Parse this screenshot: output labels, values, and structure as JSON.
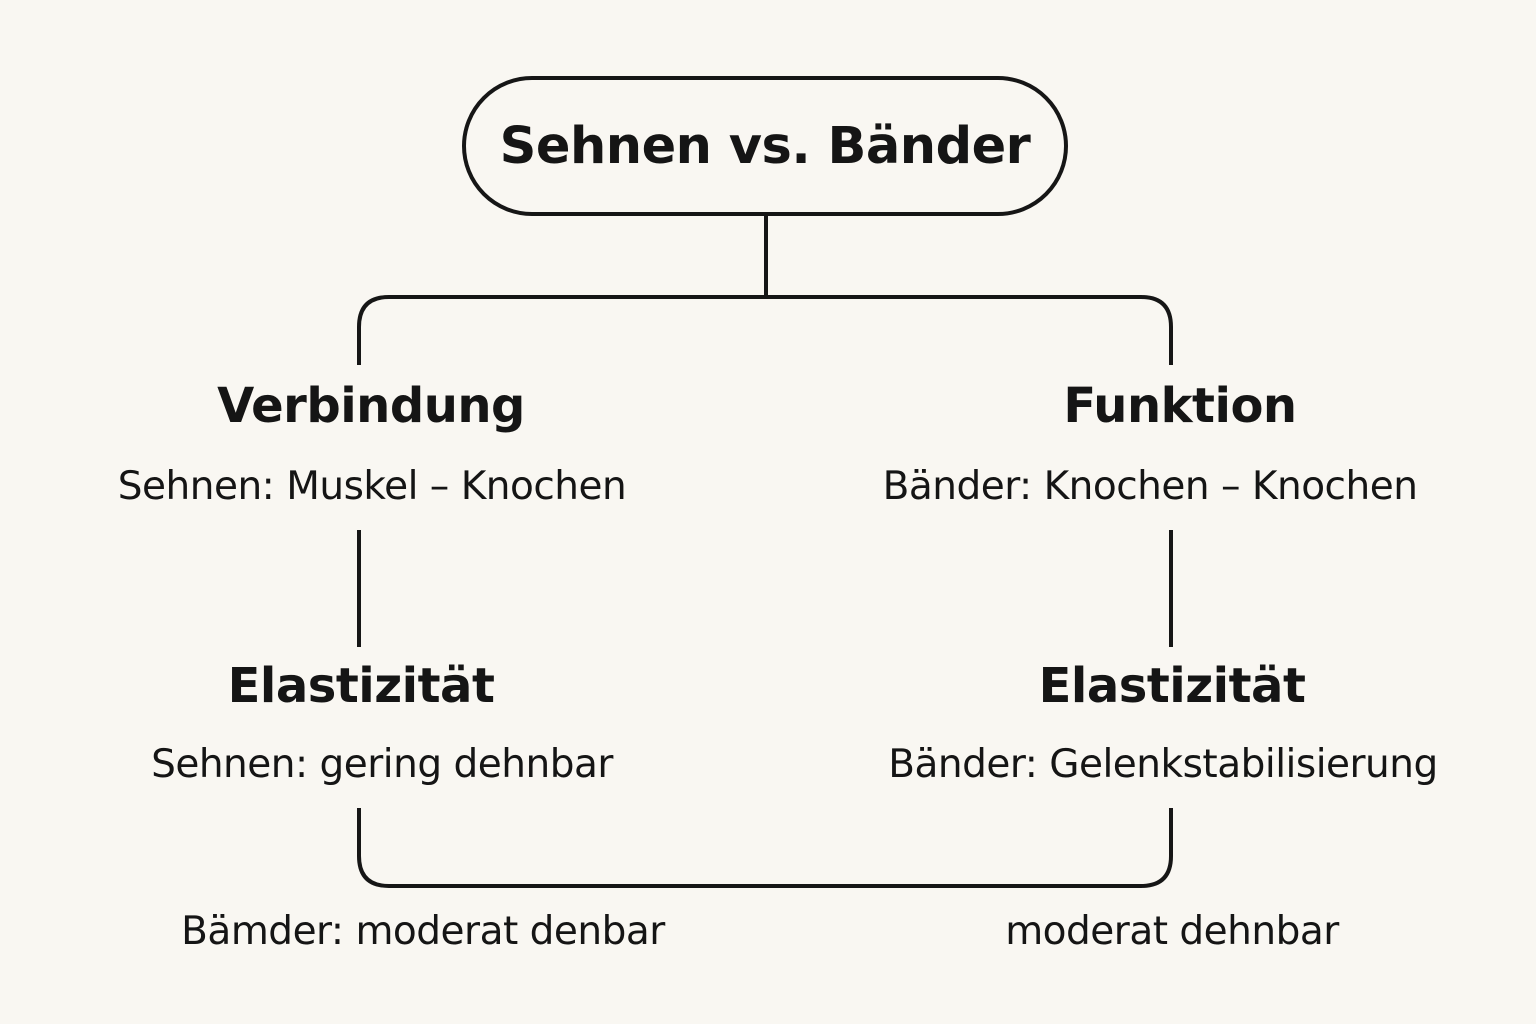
{
  "title": "Sehnen vs. Bänder",
  "left": {
    "heading1": "Verbindung",
    "detail1": "Sehnen: Muskel – Knochen",
    "heading2": "Elastizität",
    "detail2": "Sehnen: gering dehnbar",
    "footer": "Bämder: moderat denbar"
  },
  "right": {
    "heading1": "Funktion",
    "detail1": "Bänder: Knochen – Knochen",
    "heading2": "Elastizität",
    "detail2": "Bänder: Gelenkstabilisierung",
    "footer": "moderat dehnbar"
  },
  "colors": {
    "background": "#f9f7f2",
    "stroke": "#161616",
    "text": "#151515"
  }
}
